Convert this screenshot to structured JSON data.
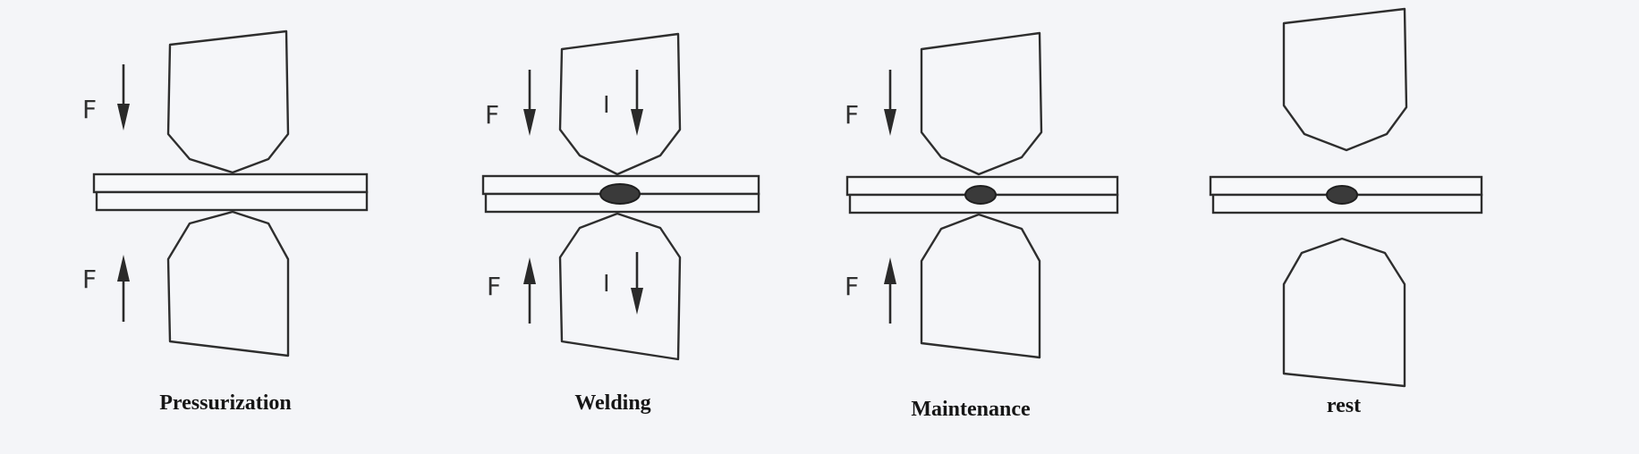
{
  "stages": [
    {
      "label": "Pressurization",
      "force": "F",
      "current": "",
      "nugget": false,
      "electrodes_touch": true
    },
    {
      "label": "Welding",
      "force": "F",
      "current": "I",
      "nugget": true,
      "electrodes_touch": true
    },
    {
      "label": "Maintenance",
      "force": "F",
      "current": "",
      "nugget": true,
      "electrodes_touch": true
    },
    {
      "label": "rest",
      "force": "",
      "current": "",
      "nugget": true,
      "electrodes_touch": false
    }
  ],
  "colors": {
    "line": "#2e2e2e",
    "nugget": "#3a3a3a",
    "background": "#f4f5f8"
  }
}
